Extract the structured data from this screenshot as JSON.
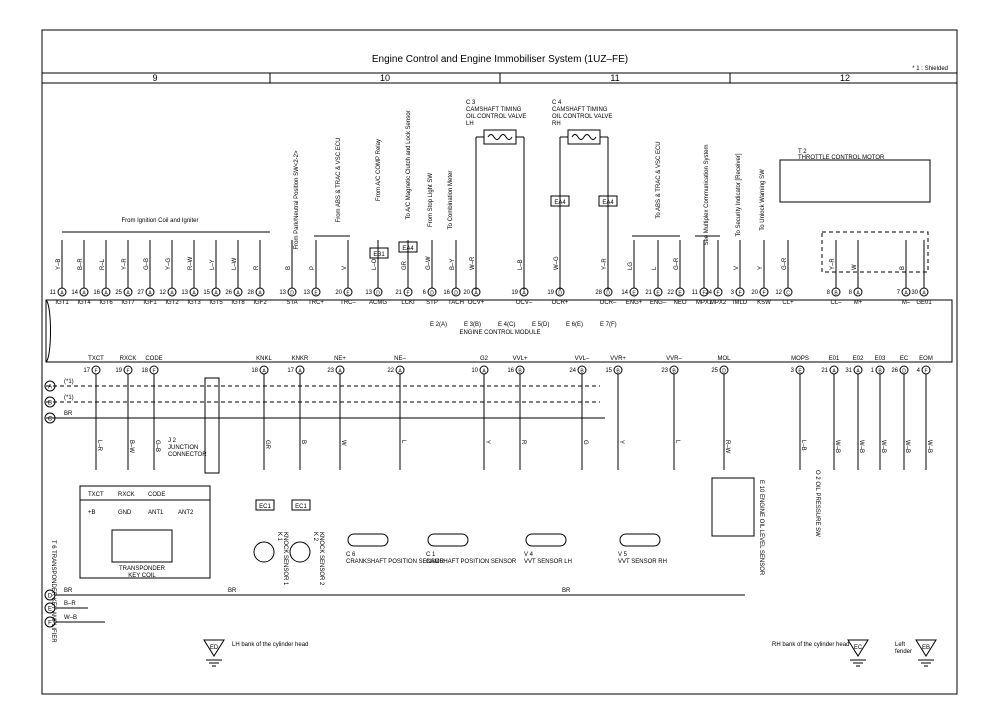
{
  "title": "Engine Control and Engine Immobiliser System (1UZ–FE)",
  "note": "* 1 : Shielded",
  "columns": [
    "9",
    "10",
    "11",
    "12"
  ],
  "ecm": {
    "label": "ENGINE CONTROL MODULE",
    "connectors": [
      "E 2(A)",
      "E 3(B)",
      "E 4(C)",
      "E 5(D)",
      "E 6(E)",
      "E 7(F)"
    ]
  },
  "labels": {
    "ignition": "From Ignition Coil and Igniter",
    "abs1": "From ABS & TRAC & VSC ECU",
    "pnp": "From Park/Neutral Position SW<2-2>",
    "accomp": "From A/C COMP Relay",
    "acmag": "To A/C Magnetic Clutch and Lock Sensor",
    "stop": "From Stop Light SW",
    "meter": "To Combination Meter",
    "abs2": "To ABS & TRAC & VSC ECU",
    "mpx": "See Multiplex Communication System",
    "security": "To Security Indicator [Receiver]",
    "unlock": "To Unlock Warning SW"
  },
  "valves": {
    "lh": [
      "C 3",
      "CAMSHAFT TIMING",
      "OIL CONTROL VALVE",
      "LH"
    ],
    "rh": [
      "C 4",
      "CAMSHAFT TIMING",
      "OIL CONTROL VALVE",
      "RH"
    ]
  },
  "connectors": {
    "ea4": "EA4",
    "eb1": "EB1",
    "ec1": "EC1"
  },
  "throttle": {
    "id": "T 2",
    "label": "THROTTLE CONTROL MOTOR"
  },
  "top_pins": [
    {
      "num": "11",
      "letter": "A",
      "name": "IGT1",
      "wire": "Y–B"
    },
    {
      "num": "14",
      "letter": "A",
      "name": "IGT4",
      "wire": "B–R"
    },
    {
      "num": "16",
      "letter": "A",
      "name": "IGT6",
      "wire": "R–L"
    },
    {
      "num": "25",
      "letter": "A",
      "name": "IGT7",
      "wire": "Y–R"
    },
    {
      "num": "27",
      "letter": "A",
      "name": "IGF1",
      "wire": "G–B"
    },
    {
      "num": "12",
      "letter": "A",
      "name": "IGT2",
      "wire": "Y–G"
    },
    {
      "num": "13",
      "letter": "A",
      "name": "IGT3",
      "wire": "R–W"
    },
    {
      "num": "15",
      "letter": "A",
      "name": "IGT5",
      "wire": "L–Y"
    },
    {
      "num": "26",
      "letter": "A",
      "name": "IGT8",
      "wire": "L–W"
    },
    {
      "num": "28",
      "letter": "A",
      "name": "IGF2",
      "wire": "R"
    },
    {
      "num": "13",
      "letter": "D",
      "name": "STA",
      "wire": "B"
    },
    {
      "num": "13",
      "letter": "E",
      "name": "TRC+",
      "wire": "P"
    },
    {
      "num": "20",
      "letter": "E",
      "name": "TRC–",
      "wire": "V"
    },
    {
      "num": "13",
      "letter": "D",
      "name": "ACMG",
      "wire": "L–O"
    },
    {
      "num": "21",
      "letter": "F",
      "name": "LCKI",
      "wire": "GR"
    },
    {
      "num": "6",
      "letter": "D",
      "name": "STP",
      "wire": "G–W"
    },
    {
      "num": "16",
      "letter": "D",
      "name": "TACH",
      "wire": "B–Y"
    },
    {
      "num": "20",
      "letter": "A",
      "name": "OCV+",
      "wire": "W–R"
    },
    {
      "num": "19",
      "letter": "A",
      "name": "OCV–",
      "wire": "L–B"
    },
    {
      "num": "19",
      "letter": "D",
      "name": "OCR+",
      "wire": "W–G"
    },
    {
      "num": "28",
      "letter": "D",
      "name": "OCR–",
      "wire": "Y–R"
    },
    {
      "num": "14",
      "letter": "E",
      "name": "ENG+",
      "wire": "LG"
    },
    {
      "num": "21",
      "letter": "E",
      "name": "ENG–",
      "wire": "L"
    },
    {
      "num": "22",
      "letter": "E",
      "name": "NEO",
      "wire": "G–R"
    },
    {
      "num": "11",
      "letter": "F",
      "name": "MPX1",
      "wire": ""
    },
    {
      "num": "24",
      "letter": "F",
      "name": "MPX2",
      "wire": ""
    },
    {
      "num": "3",
      "letter": "F",
      "name": "IMLD",
      "wire": "V"
    },
    {
      "num": "20",
      "letter": "F",
      "name": "KSW",
      "wire": "Y"
    },
    {
      "num": "12",
      "letter": "C",
      "name": "CL+",
      "wire": "G–R"
    },
    {
      "num": "8",
      "letter": "B",
      "name": "CL–",
      "wire": "Y–R"
    },
    {
      "num": "8",
      "letter": "A",
      "name": "M+",
      "wire": "W"
    },
    {
      "num": "7",
      "letter": "A",
      "name": "M–",
      "wire": "B"
    },
    {
      "num": "30",
      "letter": "A",
      "name": "GE01",
      "wire": ""
    }
  ],
  "bottom_pins": [
    {
      "num": "17",
      "letter": "F",
      "name": "TXCT",
      "wire": "L–R"
    },
    {
      "num": "19",
      "letter": "F",
      "name": "RXCK",
      "wire": "B–W"
    },
    {
      "num": "18",
      "letter": "F",
      "name": "CODE",
      "wire": "G–B"
    },
    {
      "num": "18",
      "letter": "A",
      "name": "KNKL",
      "wire": "GR"
    },
    {
      "num": "17",
      "letter": "A",
      "name": "KNKR",
      "wire": "B"
    },
    {
      "num": "23",
      "letter": "A",
      "name": "NE+",
      "wire": "W"
    },
    {
      "num": "22",
      "letter": "A",
      "name": "NE–",
      "wire": "L"
    },
    {
      "num": "10",
      "letter": "A",
      "name": "G2",
      "wire": "Y"
    },
    {
      "num": "16",
      "letter": "B",
      "name": "VVL+",
      "wire": "R"
    },
    {
      "num": "24",
      "letter": "B",
      "name": "VVL–",
      "wire": "G"
    },
    {
      "num": "15",
      "letter": "B",
      "name": "VVR+",
      "wire": "Y"
    },
    {
      "num": "23",
      "letter": "B",
      "name": "VVR–",
      "wire": "L"
    },
    {
      "num": "25",
      "letter": "D",
      "name": "MOL",
      "wire": "R–W"
    },
    {
      "num": "3",
      "letter": "E",
      "name": "MOPS",
      "wire": "L–B"
    },
    {
      "num": "21",
      "letter": "A",
      "name": "E01",
      "wire": "W–B"
    },
    {
      "num": "31",
      "letter": "A",
      "name": "E02",
      "wire": "W–B"
    },
    {
      "num": "1",
      "letter": "B",
      "name": "E03",
      "wire": "W–B"
    },
    {
      "num": "26",
      "letter": "D",
      "name": "EC",
      "wire": "W–B"
    },
    {
      "num": "4",
      "letter": "F",
      "name": "EOM",
      "wire": "W–B"
    }
  ],
  "side_labels": [
    "A",
    "B",
    "C",
    "D",
    "E",
    "F"
  ],
  "shield_marks": [
    "(*1)",
    "(*1)",
    "BR"
  ],
  "junction": {
    "id": "J 2",
    "label1": "JUNCTION",
    "label2": "CONNECTOR"
  },
  "amplifier": {
    "label": "T 6 TRANSPONDER KEY AMPLIFIER",
    "pins": [
      "TXCT",
      "RXCK",
      "CODE"
    ],
    "bottom_pins": [
      "+B",
      "GND",
      "ANT1",
      "ANT2"
    ],
    "coil": [
      "TRANSPONDER",
      "KEY COIL"
    ]
  },
  "sensors": [
    {
      "id": "K 1",
      "label": "KNOCK SENSOR 1"
    },
    {
      "id": "K 2",
      "label": "KNOCK SENSOR 2"
    },
    {
      "id": "C 6",
      "label": "CRANKSHAFT POSITION SENSOR"
    },
    {
      "id": "C 1",
      "label": "CAMSHAFT POSITION SENSOR"
    },
    {
      "id": "V 4",
      "label": "VVT SENSOR LH"
    },
    {
      "id": "V 5",
      "label": "VVT SENSOR RH"
    }
  ],
  "oil": {
    "level": "E 10 ENGINE OIL LEVEL SENSOR",
    "pressure": "O 2 OIL PRESSURE SW"
  },
  "wires": {
    "d": "BR",
    "e": "B–R",
    "f": "W–B"
  },
  "grounds": {
    "ids": [
      "ED",
      "EC",
      "EB"
    ],
    "ed_label": "LH bank of the cylinder head",
    "ec_label": "RH bank of the cylinder head",
    "eb_label": [
      "Left",
      "fender"
    ]
  }
}
